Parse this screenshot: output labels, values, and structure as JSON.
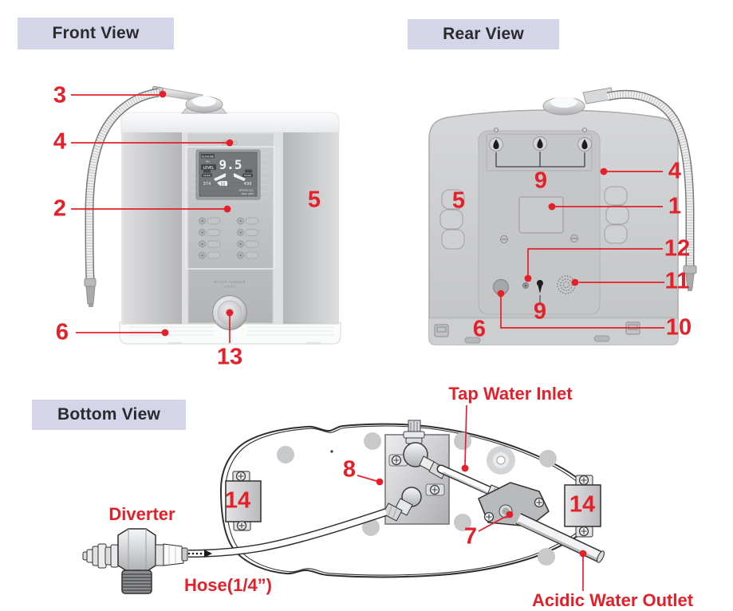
{
  "headers": {
    "front": "Front View",
    "rear": "Rear View",
    "bottom": "Bottom View"
  },
  "front_device": {
    "logo": "BioS",
    "product_name": "WATER IONIZER",
    "model": "BTM-505",
    "lcd": {
      "mode": "ALKALINE",
      "ph": "PH",
      "level": "LEVEL",
      "ph_value": "9.5",
      "filter_label": "FILTER",
      "filter_left_value": "374",
      "filter_right_value": "499",
      "service_call": "SERVICE CALL",
      "service_call_value": "1844-2853"
    }
  },
  "callouts": {
    "front": {
      "n3": "3",
      "n4": "4",
      "n2": "2",
      "n5": "5",
      "n6": "6",
      "n13": "13"
    },
    "rear": {
      "n9_top": "9",
      "n4": "4",
      "n5": "5",
      "n1": "1",
      "n12": "12",
      "n11": "11",
      "n9_bottom": "9",
      "n6": "6",
      "n10": "10"
    },
    "bottom": {
      "n8": "8",
      "n14_left": "14",
      "n14_right": "14",
      "n7": "7",
      "tap_water_inlet": "Tap Water Inlet",
      "diverter": "Diverter",
      "hose": "Hose(1/4”)",
      "acidic_water_outlet": "Acidic Water Outlet"
    }
  },
  "colors": {
    "accent_red": "#e4212a",
    "header_bg": "#d5d5e9"
  }
}
